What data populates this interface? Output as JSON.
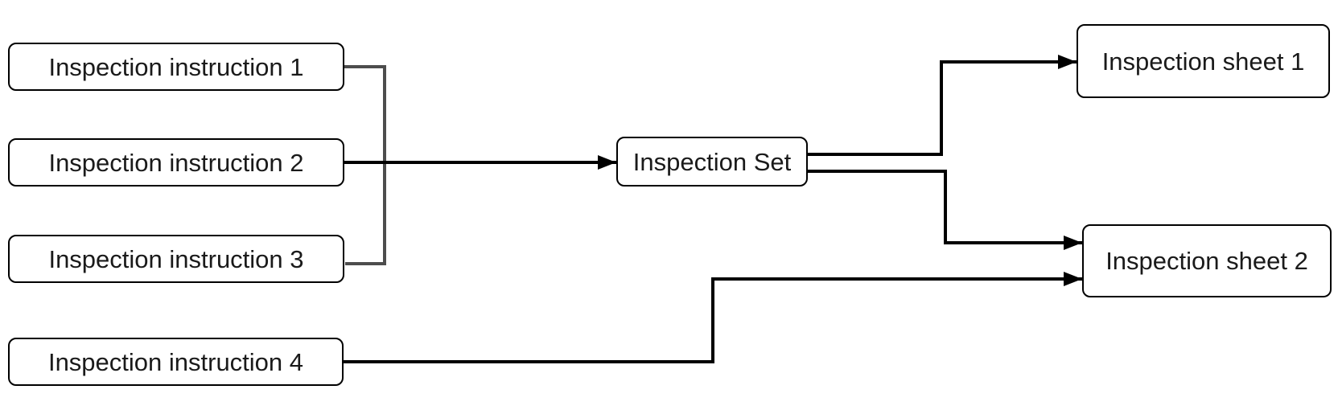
{
  "diagram": {
    "background_color": "#ffffff",
    "node_fill_color": "#ffffff",
    "node_border_color": "#000000",
    "text_color": "#1a1a1a",
    "arrow_color": "#000000",
    "bracket_color": "#4d4d4d",
    "nodes": {
      "instruction1": {
        "label": "Inspection instruction 1"
      },
      "instruction2": {
        "label": "Inspection instruction 2"
      },
      "instruction3": {
        "label": "Inspection instruction 3"
      },
      "instruction4": {
        "label": "Inspection instruction 4"
      },
      "set": {
        "label": "Inspection Set"
      },
      "sheet1": {
        "label": "Inspection sheet 1"
      },
      "sheet2": {
        "label": "Inspection sheet 2"
      }
    },
    "edges": [
      {
        "id": "bracket-instructions-1-3",
        "type": "bracket",
        "from": "instruction1",
        "to": "instruction3"
      },
      {
        "id": "instruction2-to-set",
        "type": "arrow",
        "from": "instruction2",
        "to": "set"
      },
      {
        "id": "set-to-sheet1",
        "type": "arrow",
        "from": "set",
        "to": "sheet1"
      },
      {
        "id": "set-to-sheet2",
        "type": "arrow",
        "from": "set",
        "to": "sheet2"
      },
      {
        "id": "instruction4-to-sheet2",
        "type": "arrow",
        "from": "instruction4",
        "to": "sheet2"
      }
    ]
  }
}
